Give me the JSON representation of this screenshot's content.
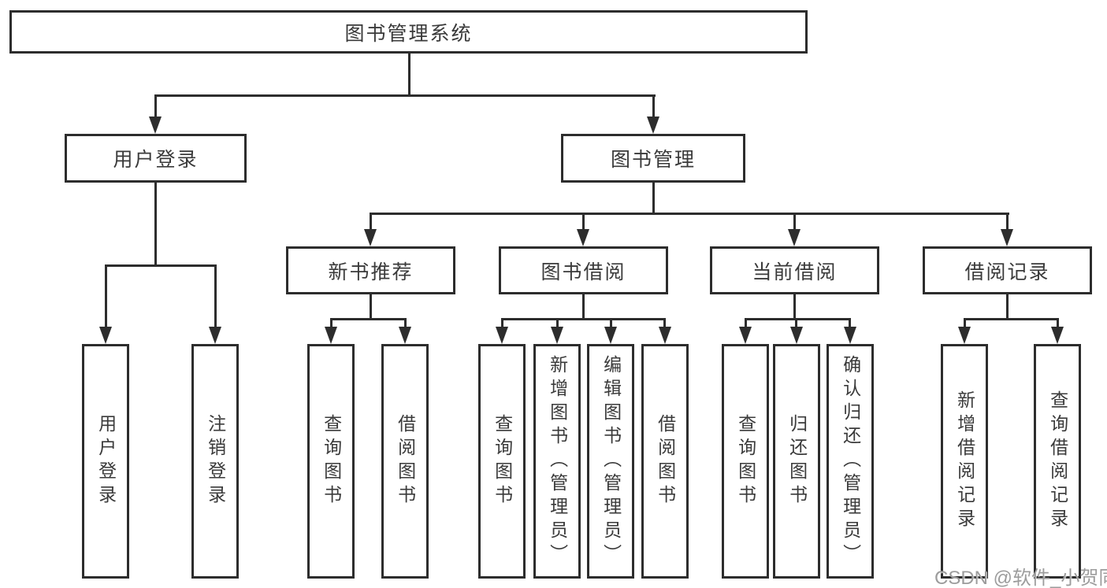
{
  "root": {
    "label": "图书管理系统"
  },
  "level2": {
    "user_login": "用户登录",
    "book_mgmt": "图书管理"
  },
  "level3": {
    "new_books": "新书推荐",
    "borrowing": "图书借阅",
    "current": "当前借阅",
    "records": "借阅记录"
  },
  "leaves": {
    "user_login": [
      "用户登录",
      "注销登录"
    ],
    "new_books": [
      "查询图书",
      "借阅图书"
    ],
    "borrowing": [
      "查询图书",
      "新增图书（管理员）",
      "编辑图书（管理员）",
      "借阅图书"
    ],
    "current": [
      "查询图书",
      "归还图书",
      "确认归还（管理员）"
    ],
    "records": [
      "新增借阅记录",
      "查询借阅记录"
    ]
  },
  "watermark": "CSDN @软件_小贺同学",
  "colors": {
    "line": "#2d2d2d",
    "text": "#3a3a3a",
    "watermark": "#9c9c9c",
    "background": "#ffffff"
  }
}
